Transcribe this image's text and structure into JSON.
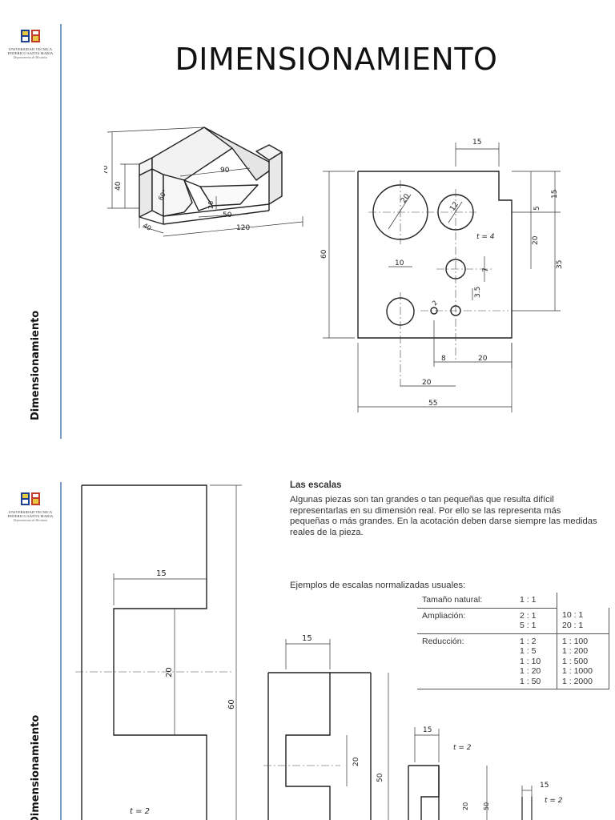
{
  "branding": {
    "university_line1": "UNIVERSIDAD TECNICA",
    "university_line2": "FEDERICO SANTA MARIA",
    "department": "Departamento de Mecánica"
  },
  "slide1": {
    "title": "DIMENSIONAMIENTO",
    "side_label": "Dimensionamiento",
    "iso_dims": {
      "d70": "70",
      "d40": "40",
      "d90": "90",
      "d60deg": "60°",
      "d20": "20",
      "d50": "50",
      "d120": "120",
      "d40b": "40"
    },
    "plate_dims": {
      "d15top": "15",
      "d15right": "15",
      "d5": "5",
      "d20right": "20",
      "d35right": "35",
      "d60left": "60",
      "d20circle": "20",
      "d12circle": "12",
      "t4": "t = 4",
      "d10": "10",
      "d7": "7",
      "d35small": "3.5",
      "d2": "2",
      "d8": "8",
      "d20bot": "20",
      "d20bot2": "20",
      "d55": "55"
    }
  },
  "slide2": {
    "side_label": "Dimensionamiento",
    "scales_heading": "Las escalas",
    "scales_text": "Algunas piezas son tan grandes o tan pequeñas que resulta difícil representarlas en su dimensión real. Por ello se las representa más pequeñas o más grandes. En la acotación deben darse siempre las medidas reales de la pieza.",
    "examples_label": "Ejemplos de escalas normalizadas usuales:",
    "table": {
      "natural_label": "Tamaño natural:",
      "natural_values": [
        "1 : 1"
      ],
      "ampl_label": "Ampliación:",
      "ampl_col1": [
        "2 : 1",
        "5 : 1"
      ],
      "ampl_col2": [
        "10 : 1",
        "20 : 1"
      ],
      "red_label": "Reducción:",
      "red_col1": [
        "1 : 2",
        "1 : 5",
        "1 : 10",
        "1 : 20",
        "1 : 50"
      ],
      "red_col2": [
        "1 : 100",
        "1 : 200",
        "1 : 500",
        "1 : 1000",
        "1 : 2000"
      ]
    },
    "big_dims": {
      "d15": "15",
      "d20": "20",
      "d60": "60",
      "t2": "t = 2"
    },
    "mid_dims": {
      "d15": "15",
      "d20": "20",
      "d50": "50"
    },
    "small_dims": {
      "d15": "15",
      "t2": "t = 2",
      "d20": "20",
      "d50": "50"
    },
    "tiny_dims": {
      "d15": "15",
      "t2": "t = 2"
    }
  }
}
